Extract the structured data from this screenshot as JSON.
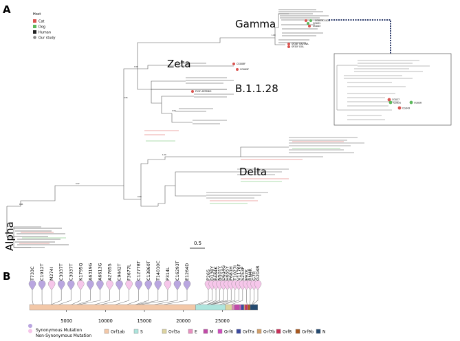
{
  "panel_a": {
    "letter": "A",
    "legend": {
      "title": "Host",
      "items": [
        {
          "label": "Cat",
          "color": "#d9534f",
          "shape": "square"
        },
        {
          "label": "Dog",
          "color": "#5cb85c",
          "shape": "square"
        },
        {
          "label": "Human",
          "color": "#222222",
          "shape": "square"
        },
        {
          "label": "Our study",
          "color": "#888888",
          "shape": "circle"
        }
      ]
    },
    "clades": {
      "gamma": "Gamma",
      "zeta": "Zeta",
      "b1128": "B.1.1.28",
      "delta": "Delta",
      "alpha": "Alpha"
    },
    "tips": {
      "cg028": "CG028",
      "cg031": "CG031",
      "cg043": "CG043",
      "cg023": "CG023",
      "ravena": "SP28F RAVENA",
      "dol": "SP32F DOL",
      "cg008f": "CG008F",
      "cg009f": "CG009F",
      "artemis": "P12F ARTEMIS"
    },
    "inset_tips": {
      "cg027": "CG027",
      "cg031": "CG031",
      "cg028": "CG028",
      "cg043": "CG043"
    },
    "scale_bar": "0.5"
  },
  "panel_b": {
    "letter": "B",
    "mutations": [
      {
        "label": "T733C",
        "pos": 733,
        "type": "syn"
      },
      {
        "label": "C1912T",
        "pos": 1912,
        "type": "syn"
      },
      {
        "label": "M274I",
        "pos": 3085,
        "type": "non"
      },
      {
        "label": "C3037T",
        "pos": 3037,
        "type": "syn"
      },
      {
        "label": "C3037T",
        "pos": 4000,
        "type": "syn"
      },
      {
        "label": "K1795Q",
        "pos": 5648,
        "type": "non"
      },
      {
        "label": "A6319G",
        "pos": 6319,
        "type": "syn"
      },
      {
        "label": "A6613G",
        "pos": 6613,
        "type": "syn"
      },
      {
        "label": "A2785S",
        "pos": 8617,
        "type": "non"
      },
      {
        "label": "C9442T",
        "pos": 9442,
        "type": "syn"
      },
      {
        "label": "F3677L",
        "pos": 11296,
        "type": "non"
      },
      {
        "label": "C12778T",
        "pos": 12778,
        "type": "syn"
      },
      {
        "label": "C13860T",
        "pos": 13860,
        "type": "syn"
      },
      {
        "label": "T14010C",
        "pos": 14010,
        "type": "syn"
      },
      {
        "label": "P314L",
        "pos": 14408,
        "type": "non"
      },
      {
        "label": "C16293T",
        "pos": 16293,
        "type": "syn"
      },
      {
        "label": "E1264D",
        "pos": 17500,
        "type": "syn"
      },
      {
        "label": "P26S",
        "pos": 21638,
        "type": "non"
      },
      {
        "label": "D138Y",
        "pos": 21974,
        "type": "non"
      },
      {
        "label": "E484K",
        "pos": 23012,
        "type": "non"
      },
      {
        "label": "N501Y",
        "pos": 23063,
        "type": "non"
      },
      {
        "label": "D614G",
        "pos": 23403,
        "type": "non"
      },
      {
        "label": "H655Y",
        "pos": 23525,
        "type": "non"
      },
      {
        "label": "P681H",
        "pos": 23604,
        "type": "non"
      },
      {
        "label": "T1027I",
        "pos": 24642,
        "type": "non"
      },
      {
        "label": "V1176F",
        "pos": 25088,
        "type": "non"
      },
      {
        "label": "S253P",
        "pos": 26149,
        "type": "non"
      },
      {
        "label": "E92K",
        "pos": 28167,
        "type": "non"
      },
      {
        "label": "RN4R",
        "pos": 28500,
        "type": "non"
      },
      {
        "label": "G7R",
        "pos": 28800,
        "type": "non"
      },
      {
        "label": "G204R",
        "pos": 28881,
        "type": "non"
      }
    ],
    "genes": [
      {
        "label": "Orf1ab",
        "start": 266,
        "end": 21555,
        "color": "#f3c8a8"
      },
      {
        "label": "S",
        "start": 21563,
        "end": 25384,
        "color": "#aee5dd"
      },
      {
        "label": "Orf3a",
        "start": 25393,
        "end": 26220,
        "color": "#ddd4a0"
      },
      {
        "label": "E",
        "start": 26245,
        "end": 26472,
        "color": "#e890c0"
      },
      {
        "label": "M",
        "start": 26523,
        "end": 27191,
        "color": "#c14aa8"
      },
      {
        "label": "Orf6",
        "start": 27202,
        "end": 27387,
        "color": "#d24cc0"
      },
      {
        "label": "Orf7a",
        "start": 27394,
        "end": 27759,
        "color": "#3a4aa0"
      },
      {
        "label": "Orf7b",
        "start": 27756,
        "end": 27887,
        "color": "#d4a06a"
      },
      {
        "label": "Orf8",
        "start": 27894,
        "end": 28259,
        "color": "#c8305a"
      },
      {
        "label": "Orf9b",
        "start": 28284,
        "end": 28577,
        "color": "#a8581e"
      },
      {
        "label": "N",
        "start": 28577,
        "end": 29533,
        "color": "#244a70"
      }
    ],
    "axis_ticks": [
      "5000",
      "10000",
      "15000",
      "20000",
      "25000"
    ],
    "axis_values": [
      5000,
      10000,
      15000,
      20000,
      25000
    ],
    "legend": {
      "syn": "Synonymous Mutation",
      "non": "Non-Synonymous Mutation",
      "syn_color": "#b9a6e0",
      "non_color": "#f6c6ea"
    }
  }
}
